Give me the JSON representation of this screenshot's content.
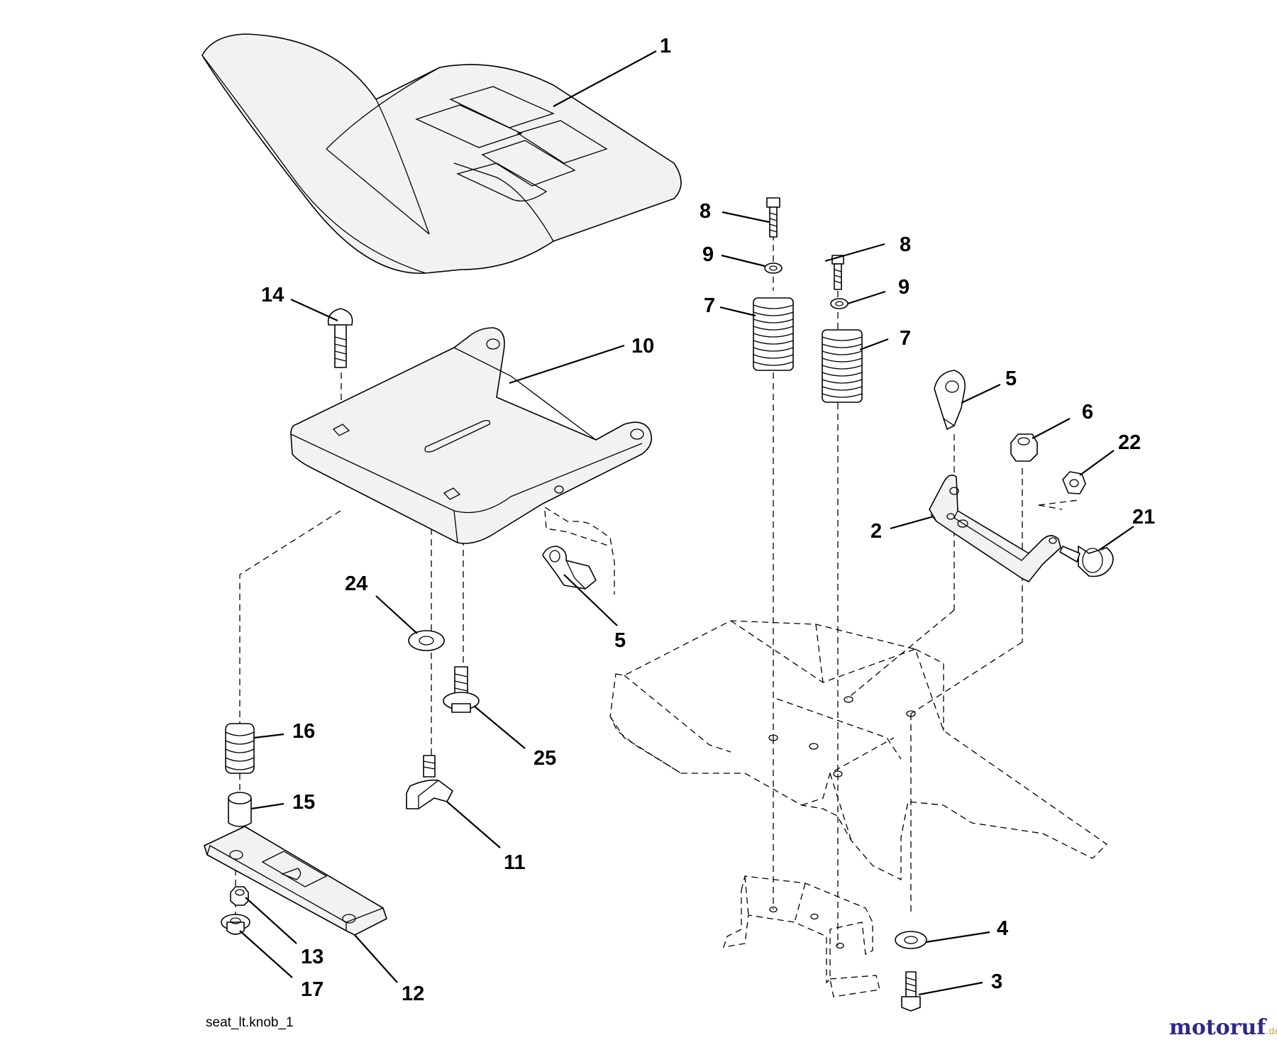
{
  "caption": "seat_lt.knob_1",
  "watermark": {
    "name": "motoruf",
    "tld": ".de",
    "color_main": "#2a2a8a",
    "color_accent": "#e0a020"
  },
  "callouts": {
    "c1": "1",
    "c2": "2",
    "c3": "3",
    "c4": "4",
    "c5a": "5",
    "c5b": "5",
    "c6": "6",
    "c7a": "7",
    "c7b": "7",
    "c8a": "8",
    "c8b": "8",
    "c9a": "9",
    "c9b": "9",
    "c10": "10",
    "c11": "11",
    "c12": "12",
    "c13": "13",
    "c14": "14",
    "c15": "15",
    "c16": "16",
    "c17": "17",
    "c21": "21",
    "c22": "22",
    "c24": "24",
    "c25": "25"
  }
}
